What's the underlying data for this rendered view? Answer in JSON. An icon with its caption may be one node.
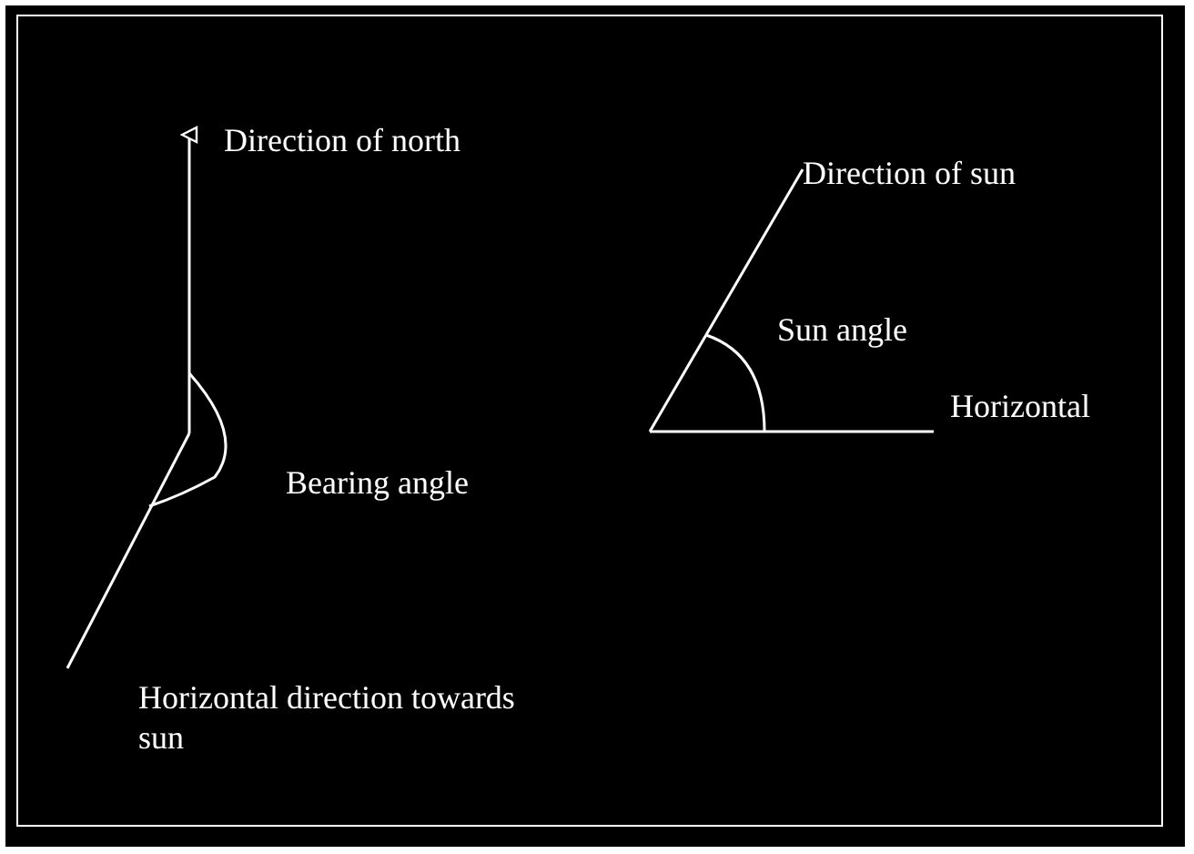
{
  "diagram": {
    "labels": [
      "Direction of north",
      "Direction of sun",
      "Sun angle",
      "Horizontal",
      "Bearing angle",
      "Horizontal direction towards sun"
    ]
  }
}
